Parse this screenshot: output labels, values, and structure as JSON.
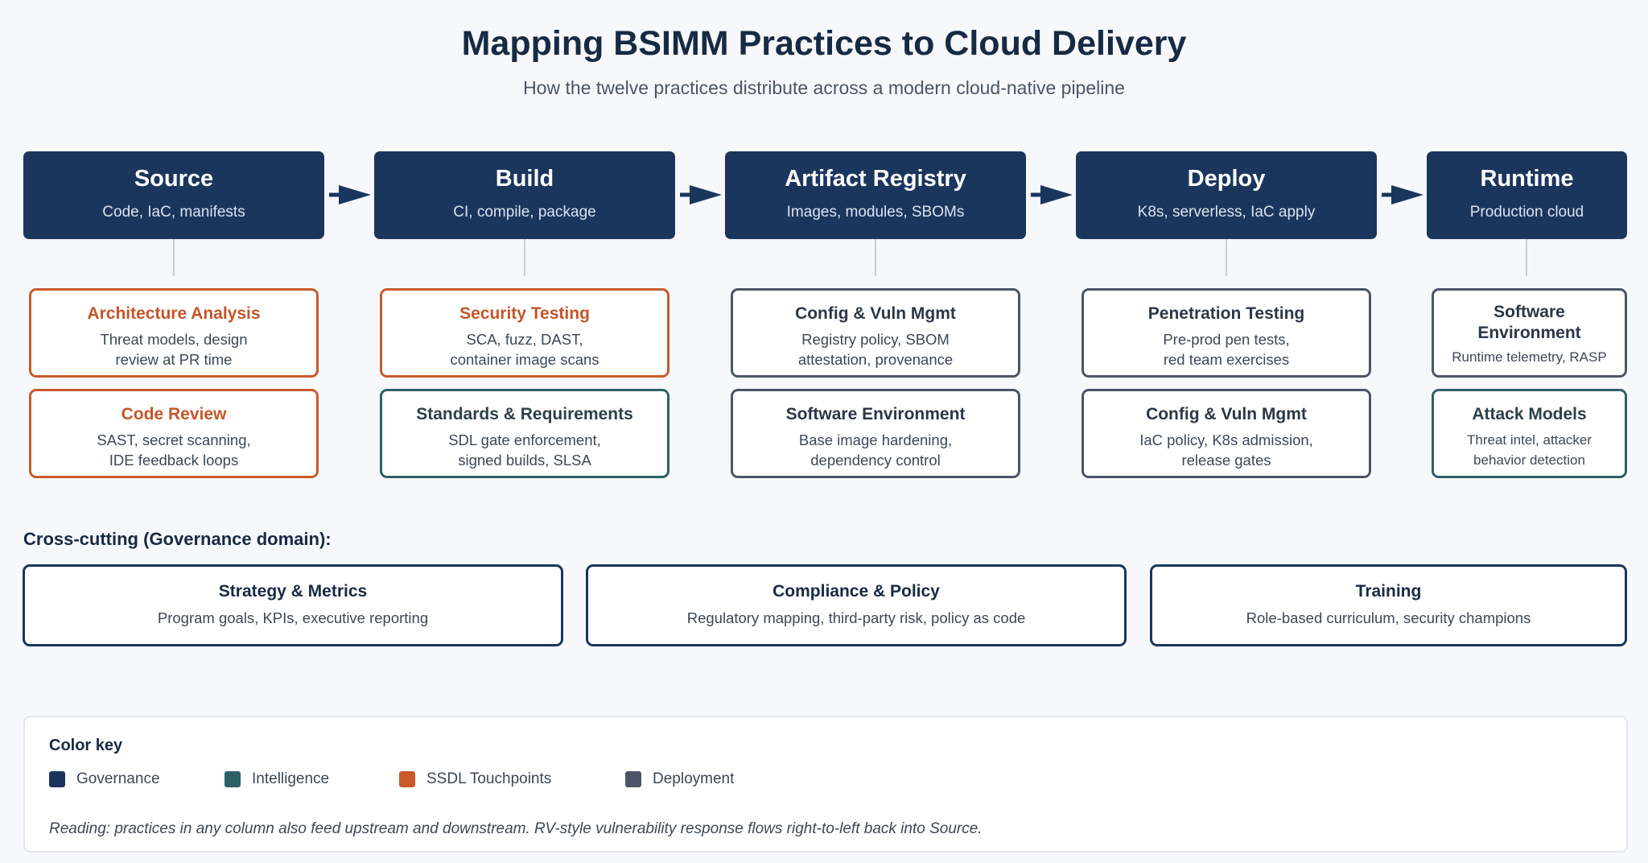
{
  "title": "Mapping BSIMM Practices to Cloud Delivery",
  "subtitle": "How the twelve practices distribute across a modern cloud-native pipeline",
  "colors": {
    "governance": "#1b365d",
    "intelligence": "#2e6067",
    "ssdl": "#c95a2a",
    "deployment": "#4b5568"
  },
  "stages": [
    {
      "name": "Source",
      "desc": "Code, IaC, manifests",
      "cards": [
        {
          "title": "Architecture Analysis",
          "desc": "Threat models, design\nreview at PR time",
          "domain": "ssdl"
        },
        {
          "title": "Code Review",
          "desc": "SAST, secret scanning,\nIDE feedback loops",
          "domain": "ssdl"
        }
      ]
    },
    {
      "name": "Build",
      "desc": "CI, compile, package",
      "cards": [
        {
          "title": "Security Testing",
          "desc": "SCA, fuzz, DAST,\ncontainer image scans",
          "domain": "ssdl"
        },
        {
          "title": "Standards & Requirements",
          "desc": "SDL gate enforcement,\nsigned builds, SLSA",
          "domain": "intelligence"
        }
      ]
    },
    {
      "name": "Artifact Registry",
      "desc": "Images, modules, SBOMs",
      "cards": [
        {
          "title": "Config & Vuln Mgmt",
          "desc": "Registry policy, SBOM\nattestation, provenance",
          "domain": "deployment"
        },
        {
          "title": "Software Environment",
          "desc": "Base image hardening,\ndependency control",
          "domain": "deployment"
        }
      ]
    },
    {
      "name": "Deploy",
      "desc": "K8s, serverless, IaC apply",
      "cards": [
        {
          "title": "Penetration Testing",
          "desc": "Pre-prod pen tests,\nred team exercises",
          "domain": "deployment"
        },
        {
          "title": "Config & Vuln Mgmt",
          "desc": "IaC policy, K8s admission,\nrelease gates",
          "domain": "deployment"
        }
      ]
    },
    {
      "name": "Runtime",
      "desc": "Production cloud",
      "cards": [
        {
          "title": "Software Environment",
          "desc": "Runtime telemetry, RASP",
          "domain": "deployment"
        },
        {
          "title": "Attack Models",
          "desc": "Threat intel, attacker\nbehavior detection",
          "domain": "intelligence"
        }
      ]
    }
  ],
  "cross_cutting": {
    "heading": "Cross-cutting (Governance domain):",
    "items": [
      {
        "title": "Strategy & Metrics",
        "desc": "Program goals, KPIs, executive reporting"
      },
      {
        "title": "Compliance & Policy",
        "desc": "Regulatory mapping, third-party risk, policy as code"
      },
      {
        "title": "Training",
        "desc": "Role-based curriculum, security champions"
      }
    ]
  },
  "legend": {
    "heading": "Color key",
    "items": [
      {
        "label": "Governance",
        "color": "#1b365d"
      },
      {
        "label": "Intelligence",
        "color": "#2e6067"
      },
      {
        "label": "SSDL Touchpoints",
        "color": "#c95a2a"
      },
      {
        "label": "Deployment",
        "color": "#4b5568"
      }
    ],
    "note": "Reading: practices in any column also feed upstream and downstream. RV-style vulnerability response flows right-to-left back into Source."
  }
}
